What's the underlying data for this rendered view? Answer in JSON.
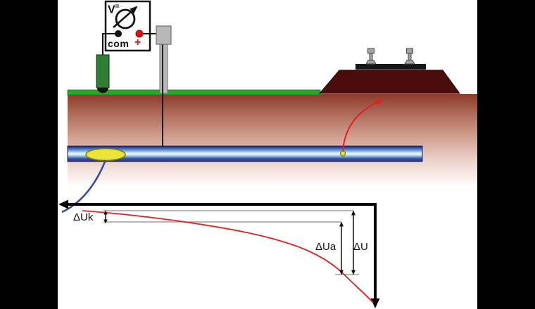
{
  "voltmeter": {
    "label_v": "V",
    "label_dc": "=",
    "com": "com",
    "plus": "+"
  },
  "graph": {
    "delta_uk": "ΔUk",
    "delta_ua": "ΔUa",
    "delta_u": "ΔU"
  },
  "colors": {
    "soil_top": "#8d3a2b",
    "ground_green": "#2ca52c",
    "embankment": "#4a0c0c",
    "sleeper_black": "#161616",
    "rail_gray": "#a3a3a3",
    "pipe_dark": "#232a6e",
    "pipe_light": "#eaf5fc",
    "defect_yellow": "#e9e437",
    "curve_red": "#e02020",
    "link_blue": "#3b4ba6",
    "post_gray": "#b8b8b8",
    "electrode_green": "#2f7d33",
    "terminal_red": "#dd1111",
    "wire_black": "#111111"
  }
}
